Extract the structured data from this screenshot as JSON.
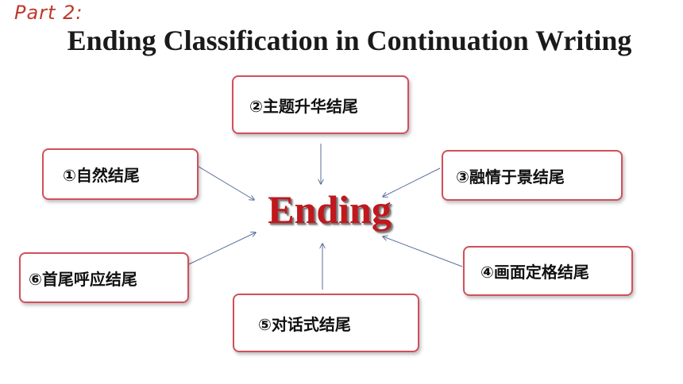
{
  "header": {
    "part_label": "Part 2:",
    "title": "Ending Classification in Continuation Writing"
  },
  "center": {
    "label": "Ending"
  },
  "nodes": [
    {
      "label": "①自然结尾"
    },
    {
      "label": "②主题升华结尾"
    },
    {
      "label": "③融情于景结尾"
    },
    {
      "label": "④画面定格结尾"
    },
    {
      "label": "⑤对话式结尾"
    },
    {
      "label": "⑥首尾呼应结尾"
    }
  ],
  "colors": {
    "accent": "#c0181c",
    "node_border": "#d0505a",
    "arrow": "#5a6e9a"
  }
}
